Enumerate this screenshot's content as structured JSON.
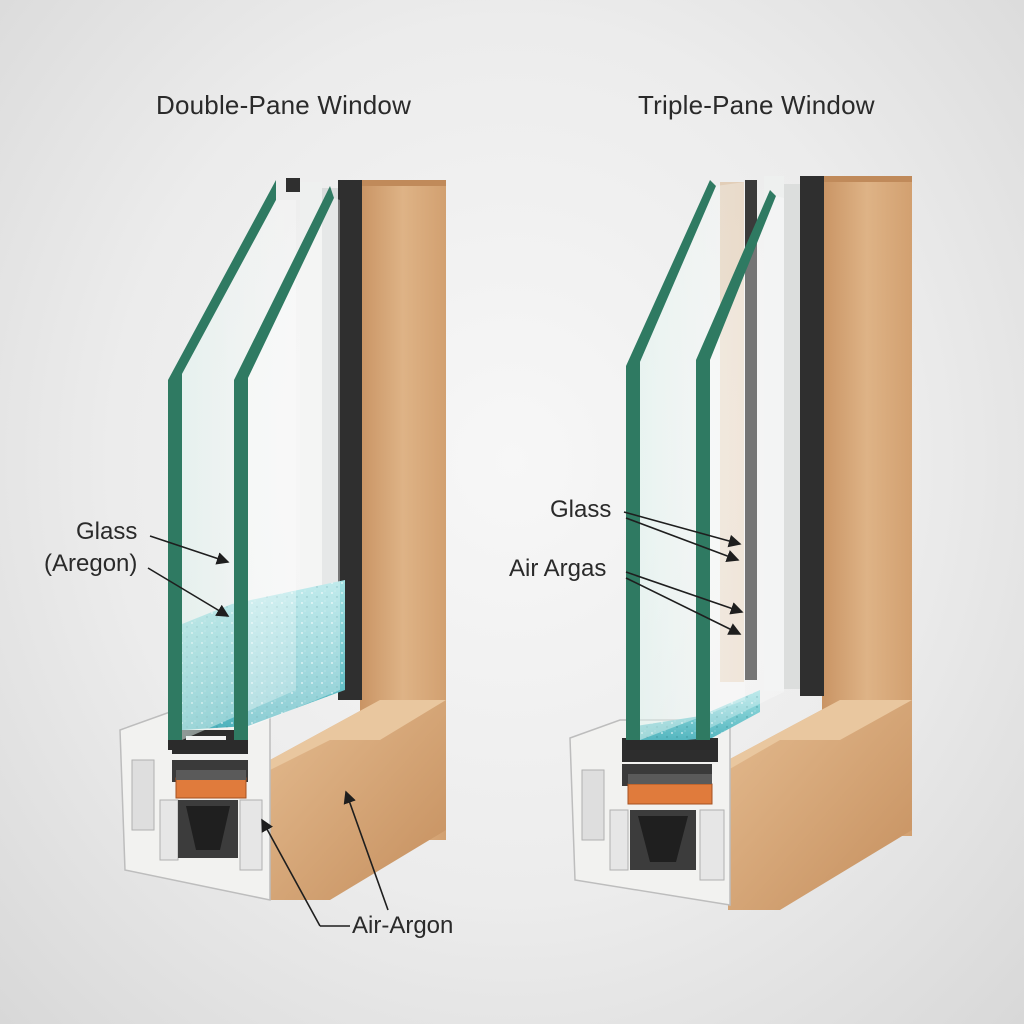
{
  "titles": {
    "left": "Double-Pane Window",
    "right": "Triple-Pane Window"
  },
  "labels": {
    "left_glass": "Glass",
    "left_argon": "(Aregon)",
    "right_glass": "Glass",
    "right_air_argas": "Air Argas",
    "air_argon": "Air-Argon"
  },
  "colors": {
    "background": "#ececec",
    "wood": "#d9a878",
    "glass_edge": "#2f7a62",
    "gas_fill": "#7fcfd4",
    "frame_white": "#f2f2f0",
    "frame_dark": "#3a3a3a",
    "seal_orange": "#e07b3c"
  }
}
